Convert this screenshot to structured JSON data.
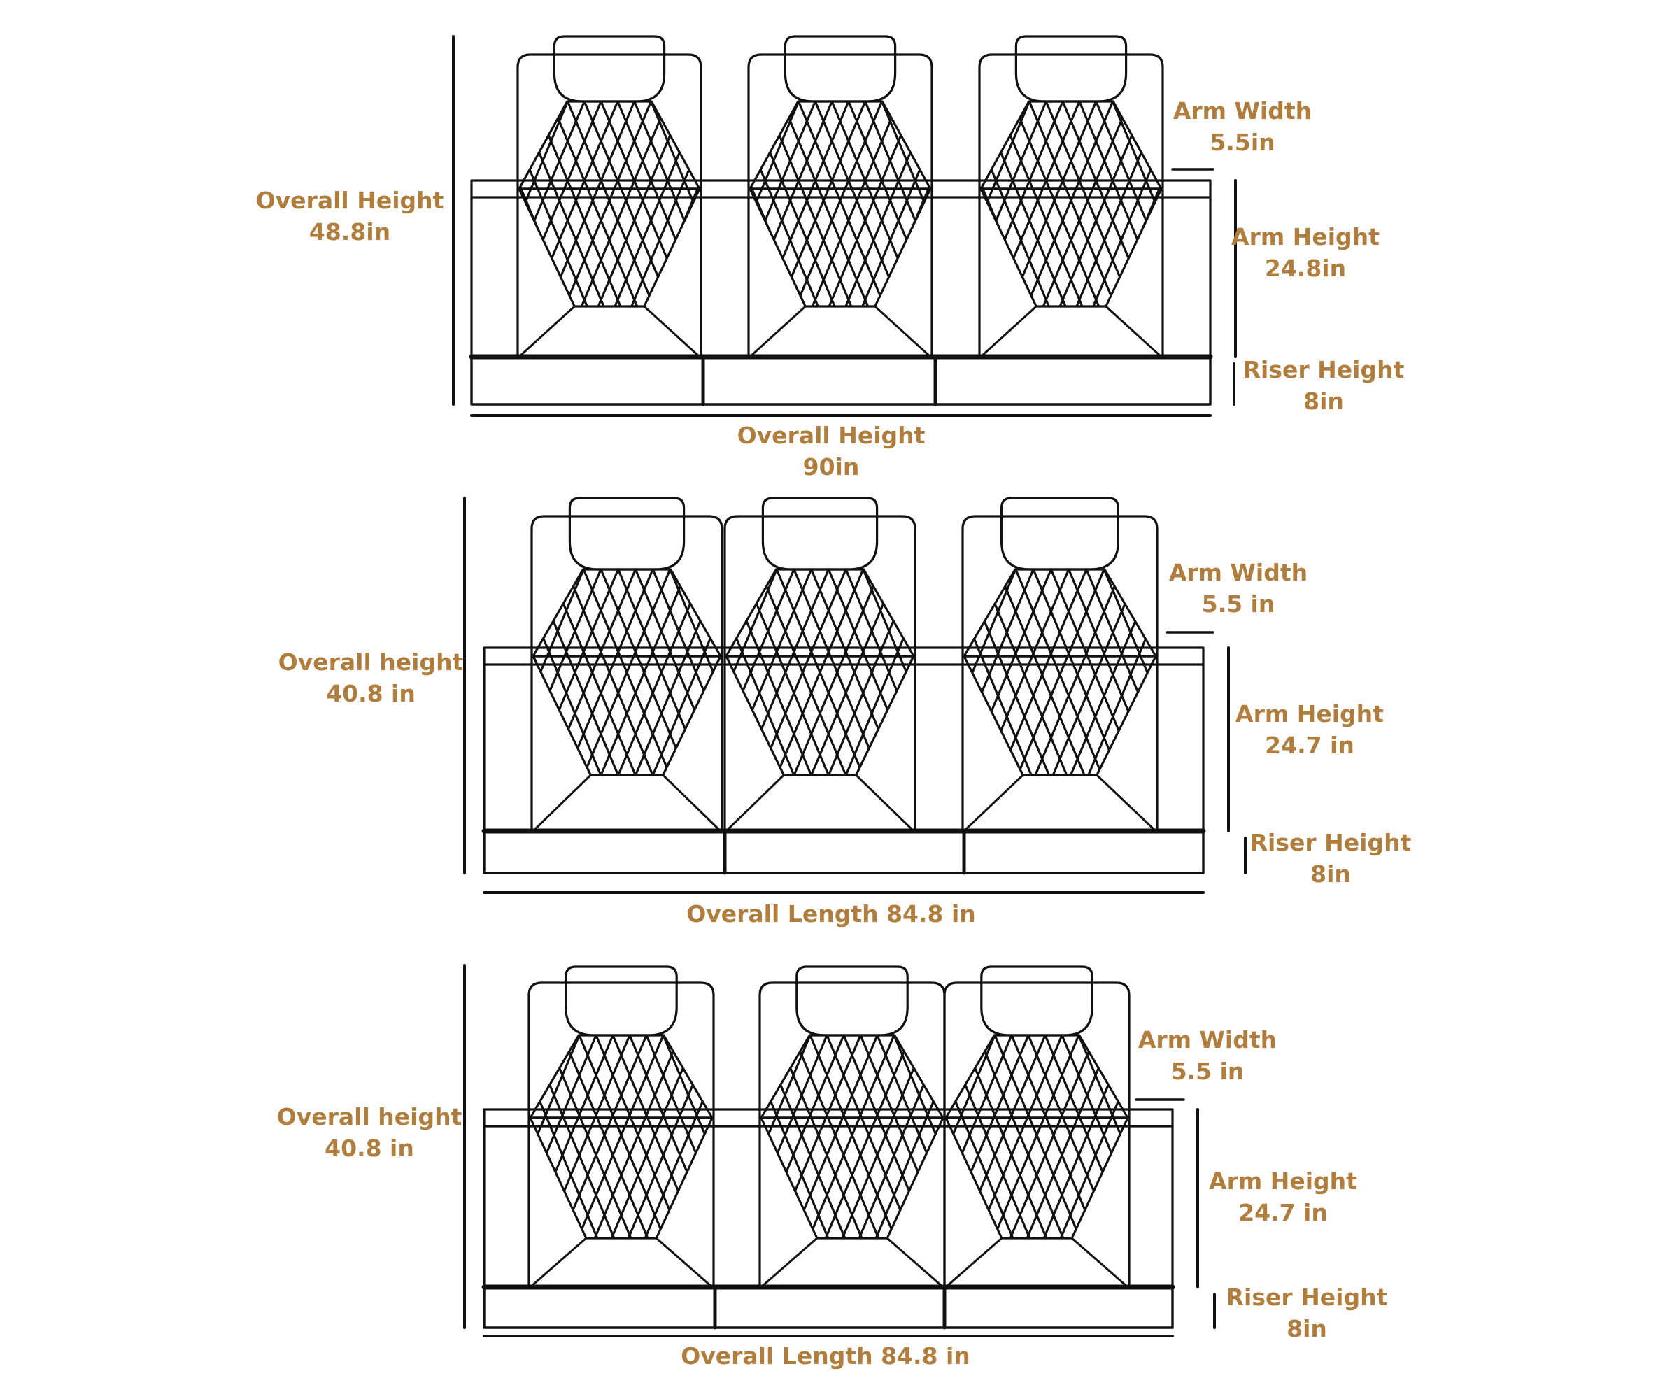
{
  "colors": {
    "label": "#b07d3d",
    "line": "#111111",
    "background": "#ffffff"
  },
  "diagrams": [
    {
      "seats": 3,
      "labels": {
        "overall_height": [
          "Overall Height",
          "48.8in"
        ],
        "arm_width": [
          "Arm Width",
          "5.5in"
        ],
        "arm_height": [
          "Arm Height",
          "24.8in"
        ],
        "riser_height": [
          "Riser Height",
          "8in"
        ],
        "overall_length": [
          "Overall Height",
          "90in"
        ]
      }
    },
    {
      "seats": 3,
      "labels": {
        "overall_height": [
          "Overall height",
          "40.8 in"
        ],
        "arm_width": [
          "Arm Width",
          "5.5 in"
        ],
        "arm_height": [
          "Arm Height",
          "24.7 in"
        ],
        "riser_height": [
          "Riser Height",
          "8in"
        ],
        "overall_length": [
          "Overall Length 84.8 in"
        ]
      }
    },
    {
      "seats": 3,
      "labels": {
        "overall_height": [
          "Overall height",
          "40.8 in"
        ],
        "arm_width": [
          "Arm Width",
          "5.5 in"
        ],
        "arm_height": [
          "Arm Height",
          "24.7 in"
        ],
        "riser_height": [
          "Riser Height",
          "8in"
        ],
        "overall_length": [
          "Overall Length 84.8 in"
        ]
      }
    }
  ]
}
